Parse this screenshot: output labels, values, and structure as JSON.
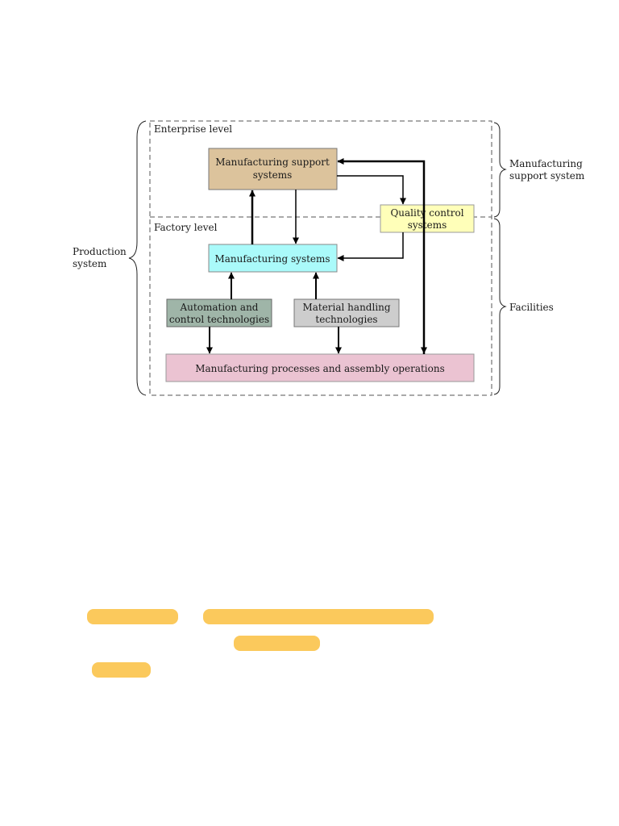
{
  "diagram": {
    "regions": {
      "enterprise_level": "Enterprise level",
      "factory_level": "Factory level"
    },
    "boxes": {
      "mss": {
        "line1": "Manufacturing support",
        "line2": "systems",
        "fill": "#dcc39c"
      },
      "qcs": {
        "line1": "Quality control",
        "line2": "systems",
        "fill": "#ffffb9"
      },
      "ms": {
        "line1": "Manufacturing systems",
        "fill": "#aafafa"
      },
      "act": {
        "line1": "Automation and",
        "line2": "control technologies",
        "fill": "#9fb5a8"
      },
      "mht": {
        "line1": "Material handling",
        "line2": "technologies",
        "fill": "#cdcdcd"
      },
      "mpao": {
        "line1": "Manufacturing processes and assembly operations",
        "fill": "#ebc3d2"
      }
    },
    "braces": {
      "production_system": {
        "line1": "Production",
        "line2": "system"
      },
      "manufacturing_support_system": {
        "line1": "Manufacturing",
        "line2": "support system"
      },
      "facilities": {
        "line1": "Facilities"
      }
    }
  },
  "highlight_color": "#fbc95c"
}
